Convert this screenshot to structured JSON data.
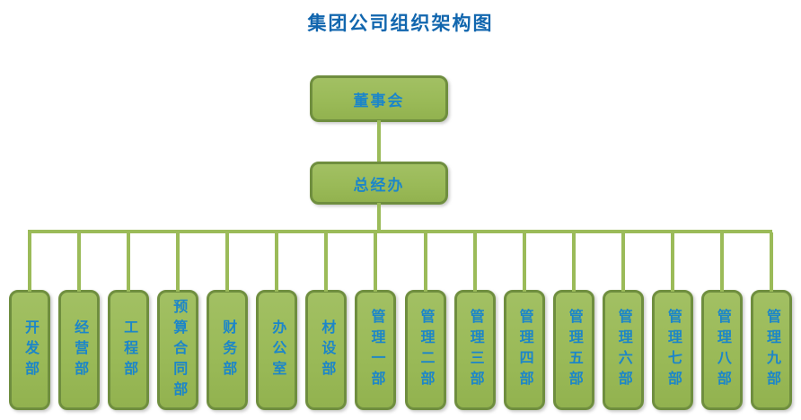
{
  "title": "集团公司组织架构图",
  "colors": {
    "title_text": "#1166ae",
    "node_text": "#1c86c9",
    "node_fill": "#9aba58",
    "node_border": "#6f8e3f",
    "connector": "#9bbb59",
    "background": "#ffffff"
  },
  "chart": {
    "type": "org-chart",
    "root": {
      "label": "董事会"
    },
    "level2": {
      "label": "总经办"
    },
    "departments": [
      {
        "label": "开发部"
      },
      {
        "label": "经营部"
      },
      {
        "label": "工程部"
      },
      {
        "label": "预算合同部"
      },
      {
        "label": "财务部"
      },
      {
        "label": "办公室"
      },
      {
        "label": "材设部"
      },
      {
        "label": "管理一部"
      },
      {
        "label": "管理二部"
      },
      {
        "label": "管理三部"
      },
      {
        "label": "管理四部"
      },
      {
        "label": "管理五部"
      },
      {
        "label": "管理六部"
      },
      {
        "label": "管理七部"
      },
      {
        "label": "管理八部"
      },
      {
        "label": "管理九部"
      }
    ]
  }
}
